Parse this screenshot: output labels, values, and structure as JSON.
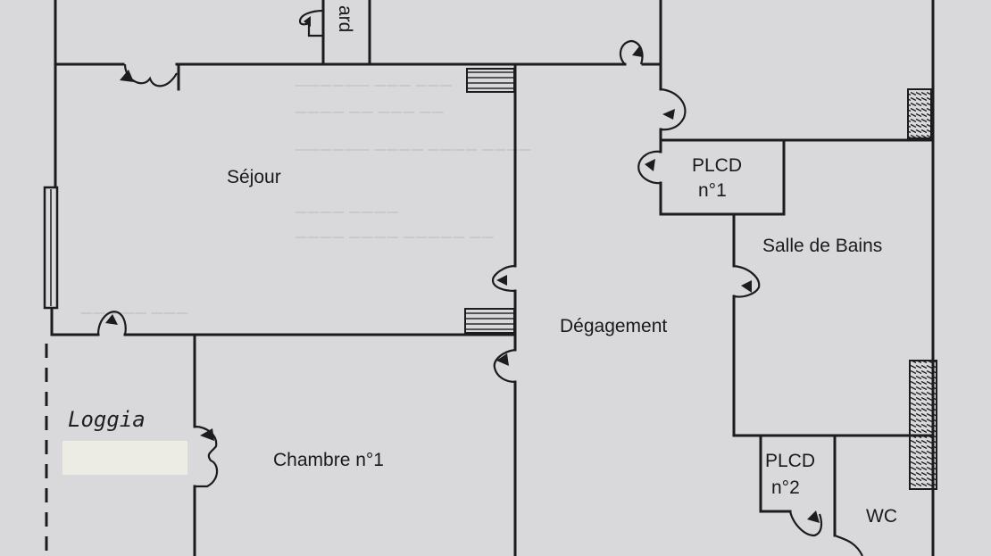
{
  "plan": {
    "rooms": {
      "placard": "ard",
      "sejour": "Séjour",
      "plcd1_line1": "PLCD",
      "plcd1_line2": "n°1",
      "salle_de_bains": "Salle de Bains",
      "degagement": "Dégagement",
      "loggia": "Loggia",
      "chambre1": "Chambre n°1",
      "plcd2_line1": "PLCD",
      "plcd2_line2": "n°2",
      "wc": "WC"
    },
    "colors": {
      "paper": "#d9d9dc",
      "walls": "#1c1c1e",
      "hatch": "#1c1c1e",
      "sticker": "#ecece4"
    }
  }
}
